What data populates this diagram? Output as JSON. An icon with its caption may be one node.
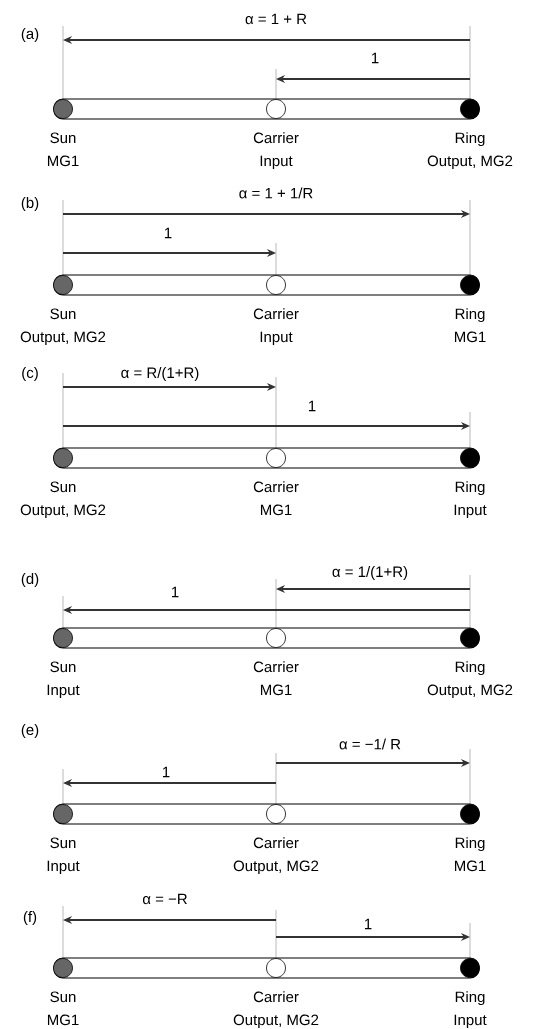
{
  "diagram": {
    "nodes": [
      {
        "text": [
          "Sun",
          "MG1"
        ]
      },
      {
        "text": [
          "Carrier",
          "Input"
        ]
      },
      {
        "text": [
          "Ring",
          "Output, MG2"
        ]
      },
      {
        "text": [
          "Sun",
          "Output, MG2"
        ]
      },
      {
        "text": [
          "Carrier",
          "Input"
        ]
      },
      {
        "text": [
          "Ring",
          "MG1"
        ]
      },
      {
        "text": [
          "Sun",
          "Output, MG2"
        ]
      },
      {
        "text": [
          "Carrier",
          "MG1"
        ]
      },
      {
        "text": [
          "Ring",
          "Input"
        ]
      },
      {
        "text": [
          "Sun",
          "Input"
        ]
      },
      {
        "text": [
          "Carrier",
          "MG1"
        ]
      },
      {
        "text": [
          "Ring",
          "Output, MG2"
        ]
      },
      {
        "text": [
          "Sun",
          "Input"
        ]
      },
      {
        "text": [
          "Carrier",
          "Output, MG2"
        ]
      },
      {
        "text": [
          "Ring",
          "MG1"
        ]
      },
      {
        "text": [
          "Sun",
          "MG1"
        ]
      },
      {
        "text": [
          "Carrier",
          "Output, MG2"
        ]
      },
      {
        "text": [
          "Ring",
          "Input"
        ]
      }
    ],
    "labels": [
      "(a)",
      "α = 1 + R",
      "1",
      "(b)",
      "α = 1 + 1/R",
      "1",
      "(c)",
      "α = R/(1+R)",
      "1",
      "(d)",
      "α = 1/(1+R)",
      "1",
      "(e)",
      "α = −1/ R",
      "1",
      "(f)",
      "α = −R",
      "1"
    ]
  }
}
